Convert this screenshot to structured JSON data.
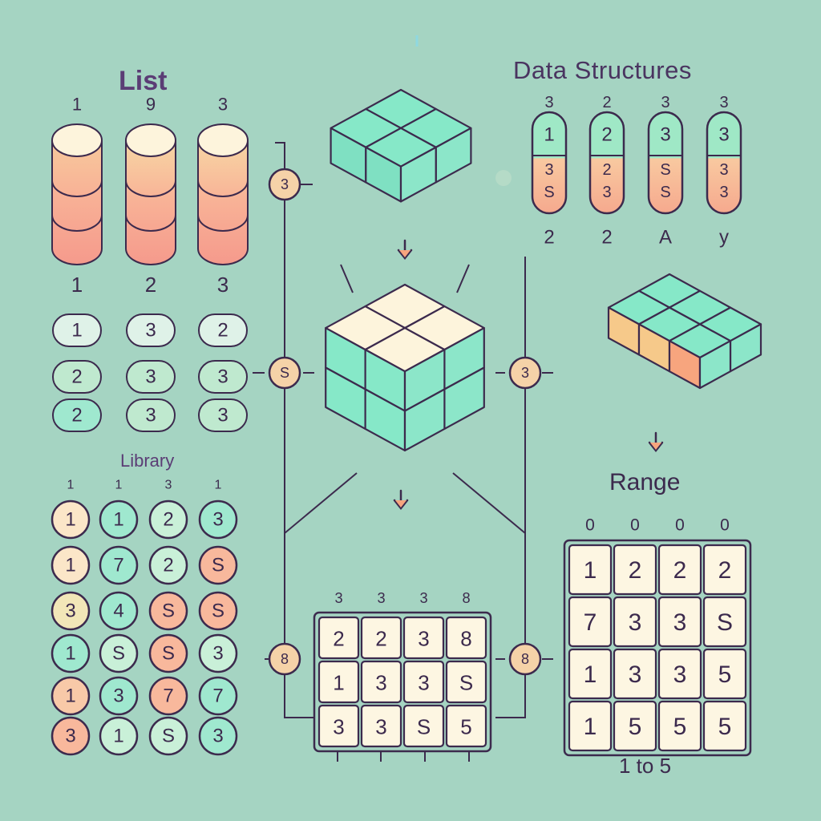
{
  "labels": {
    "list": "List",
    "data_structures": "Data Structures",
    "library": "Library",
    "range": "Range",
    "range_caption": "1 to 5"
  },
  "list_cylinders": {
    "top_numbers": [
      "1",
      "9",
      "3"
    ],
    "bottom_numbers": [
      "1",
      "2",
      "3"
    ]
  },
  "pill_grid": {
    "rows": [
      [
        "1",
        "3",
        "2"
      ],
      [
        "2",
        "3",
        "3"
      ],
      [
        "2",
        "3",
        "3"
      ]
    ],
    "colors": [
      [
        "#dff2e8",
        "#dff2e8",
        "#dff2e8"
      ],
      [
        "#bfe9cf",
        "#bfe9cf",
        "#bfe9cf"
      ],
      [
        "#9fe8cf",
        "#bfe9cf",
        "#bfe9cf"
      ]
    ]
  },
  "library_grid": {
    "top_ticks": [
      "1",
      "1",
      "3",
      "1"
    ],
    "rows": [
      [
        "1",
        "1",
        "2",
        "3"
      ],
      [
        "1",
        "7",
        "2",
        "S"
      ],
      [
        "3",
        "4",
        "S",
        "S"
      ],
      [
        "1",
        "S",
        "S",
        "3"
      ],
      [
        "1",
        "3",
        "7",
        "7"
      ],
      [
        "3",
        "1",
        "S",
        "3"
      ]
    ],
    "colors": [
      [
        "#fbe6c8",
        "#9fe8cf",
        "#c9f0d8",
        "#9fe8cf"
      ],
      [
        "#fbe6c8",
        "#9fe8cf",
        "#c9f0d8",
        "#f8b89c"
      ],
      [
        "#f2e6b8",
        "#9fe8cf",
        "#f8b89c",
        "#f8b89c"
      ],
      [
        "#9fe8cf",
        "#c9f0d8",
        "#f8b89c",
        "#c9f0d8"
      ],
      [
        "#f8c9a8",
        "#9fe8cf",
        "#f8b89c",
        "#9fe8cf"
      ],
      [
        "#f8b89c",
        "#c9f0d8",
        "#c9f0d8",
        "#9fe8cf"
      ]
    ]
  },
  "ds_columns": {
    "top": [
      "3",
      "2",
      "3",
      "3"
    ],
    "head": [
      "1",
      "2",
      "3",
      "3"
    ],
    "body": [
      [
        "3",
        "S"
      ],
      [
        "2",
        "3"
      ],
      [
        "S",
        "S"
      ],
      [
        "3",
        "3"
      ]
    ],
    "bottom": [
      "2",
      "2",
      "A",
      "y"
    ]
  },
  "connector_badges": [
    "3",
    "S",
    "3",
    "8",
    "8"
  ],
  "middle_grid": {
    "top_ticks": [
      "3",
      "3",
      "3",
      "8"
    ],
    "rows": [
      [
        "2",
        "2",
        "3",
        "8"
      ],
      [
        "1",
        "3",
        "3",
        "S"
      ],
      [
        "3",
        "3",
        "S",
        "5"
      ]
    ]
  },
  "range_grid": {
    "top_ticks": [
      "0",
      "0",
      "0",
      "0"
    ],
    "rows": [
      [
        "1",
        "2",
        "2",
        "2"
      ],
      [
        "7",
        "3",
        "3",
        "S"
      ],
      [
        "1",
        "3",
        "3",
        "5"
      ],
      [
        "1",
        "5",
        "5",
        "5"
      ]
    ]
  },
  "colors": {
    "background": "#a5d4c2",
    "outline": "#3c2a4d",
    "teal": "#7ee6c8",
    "cream": "#fdf4dc",
    "peach": "#f8b89c",
    "badge": "#f5d2a8"
  }
}
